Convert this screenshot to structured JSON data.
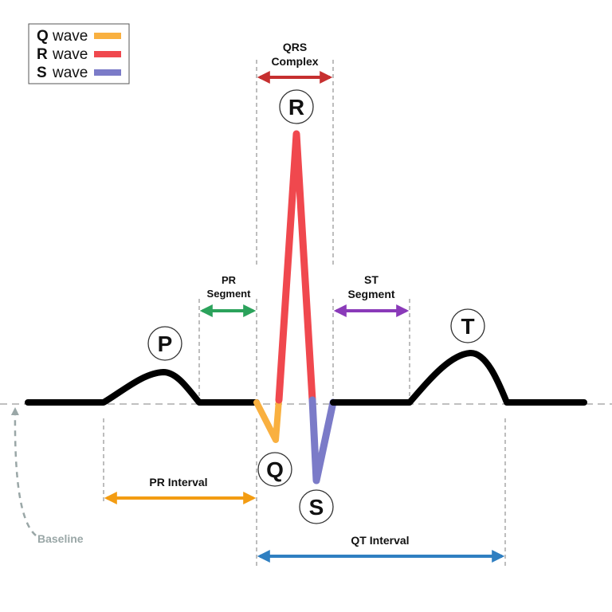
{
  "legend": {
    "items": [
      {
        "letter": "Q",
        "word": "wave",
        "color": "#f9b040"
      },
      {
        "letter": "R",
        "word": "wave",
        "color": "#f0484e"
      },
      {
        "letter": "S",
        "word": "wave",
        "color": "#7b7bc8"
      }
    ]
  },
  "waves": {
    "p": "P",
    "q": "Q",
    "r": "R",
    "s": "S",
    "t": "T"
  },
  "labels": {
    "qrs_line1": "QRS",
    "qrs_line2": "Complex",
    "pr_segment_line1": "PR",
    "pr_segment_line2": "Segment",
    "st_segment_line1": "ST",
    "st_segment_line2": "Segment",
    "pr_interval": "PR Interval",
    "qt_interval": "QT Interval",
    "baseline": "Baseline"
  },
  "colors": {
    "trace": "#000000",
    "q_wave": "#f9b040",
    "r_wave": "#f0484e",
    "s_wave": "#7b7bc8",
    "qrs_arrow": "#c62f2f",
    "pr_segment_arrow": "#2ba25b",
    "st_segment_arrow": "#8a3ab9",
    "pr_interval_arrow": "#f39c12",
    "qt_interval_arrow": "#2f7fc1",
    "baseline": "#9aa7a7"
  }
}
